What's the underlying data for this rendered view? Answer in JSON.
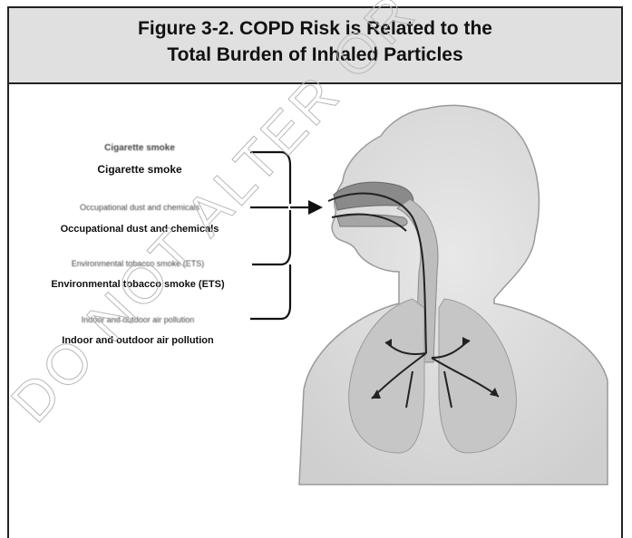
{
  "figure": {
    "title_line1": "Figure 3-2. COPD Risk is Related to the",
    "title_line2": "Total Burden of Inhaled Particles"
  },
  "risk_factors": [
    {
      "blurred": "Cigarette smoke",
      "label": "Cigarette smoke"
    },
    {
      "blurred": "Occupational dust and chemicals",
      "label": "Occupational dust and chemicals"
    },
    {
      "blurred": "Environmental tobacco smoke (ETS)",
      "label": "Environmental tobacco smoke (ETS)"
    },
    {
      "blurred": "Indoor and outdoor air pollution",
      "label": "Indoor and outdoor air pollution"
    }
  ],
  "watermark": {
    "text": "DO NOT ALTER OR REPRODUCE"
  },
  "colors": {
    "title_band": "#e0e0e0",
    "border": "#222222",
    "body_gray": "#dcdcdc",
    "lung_gray": "#c8c8c8"
  }
}
